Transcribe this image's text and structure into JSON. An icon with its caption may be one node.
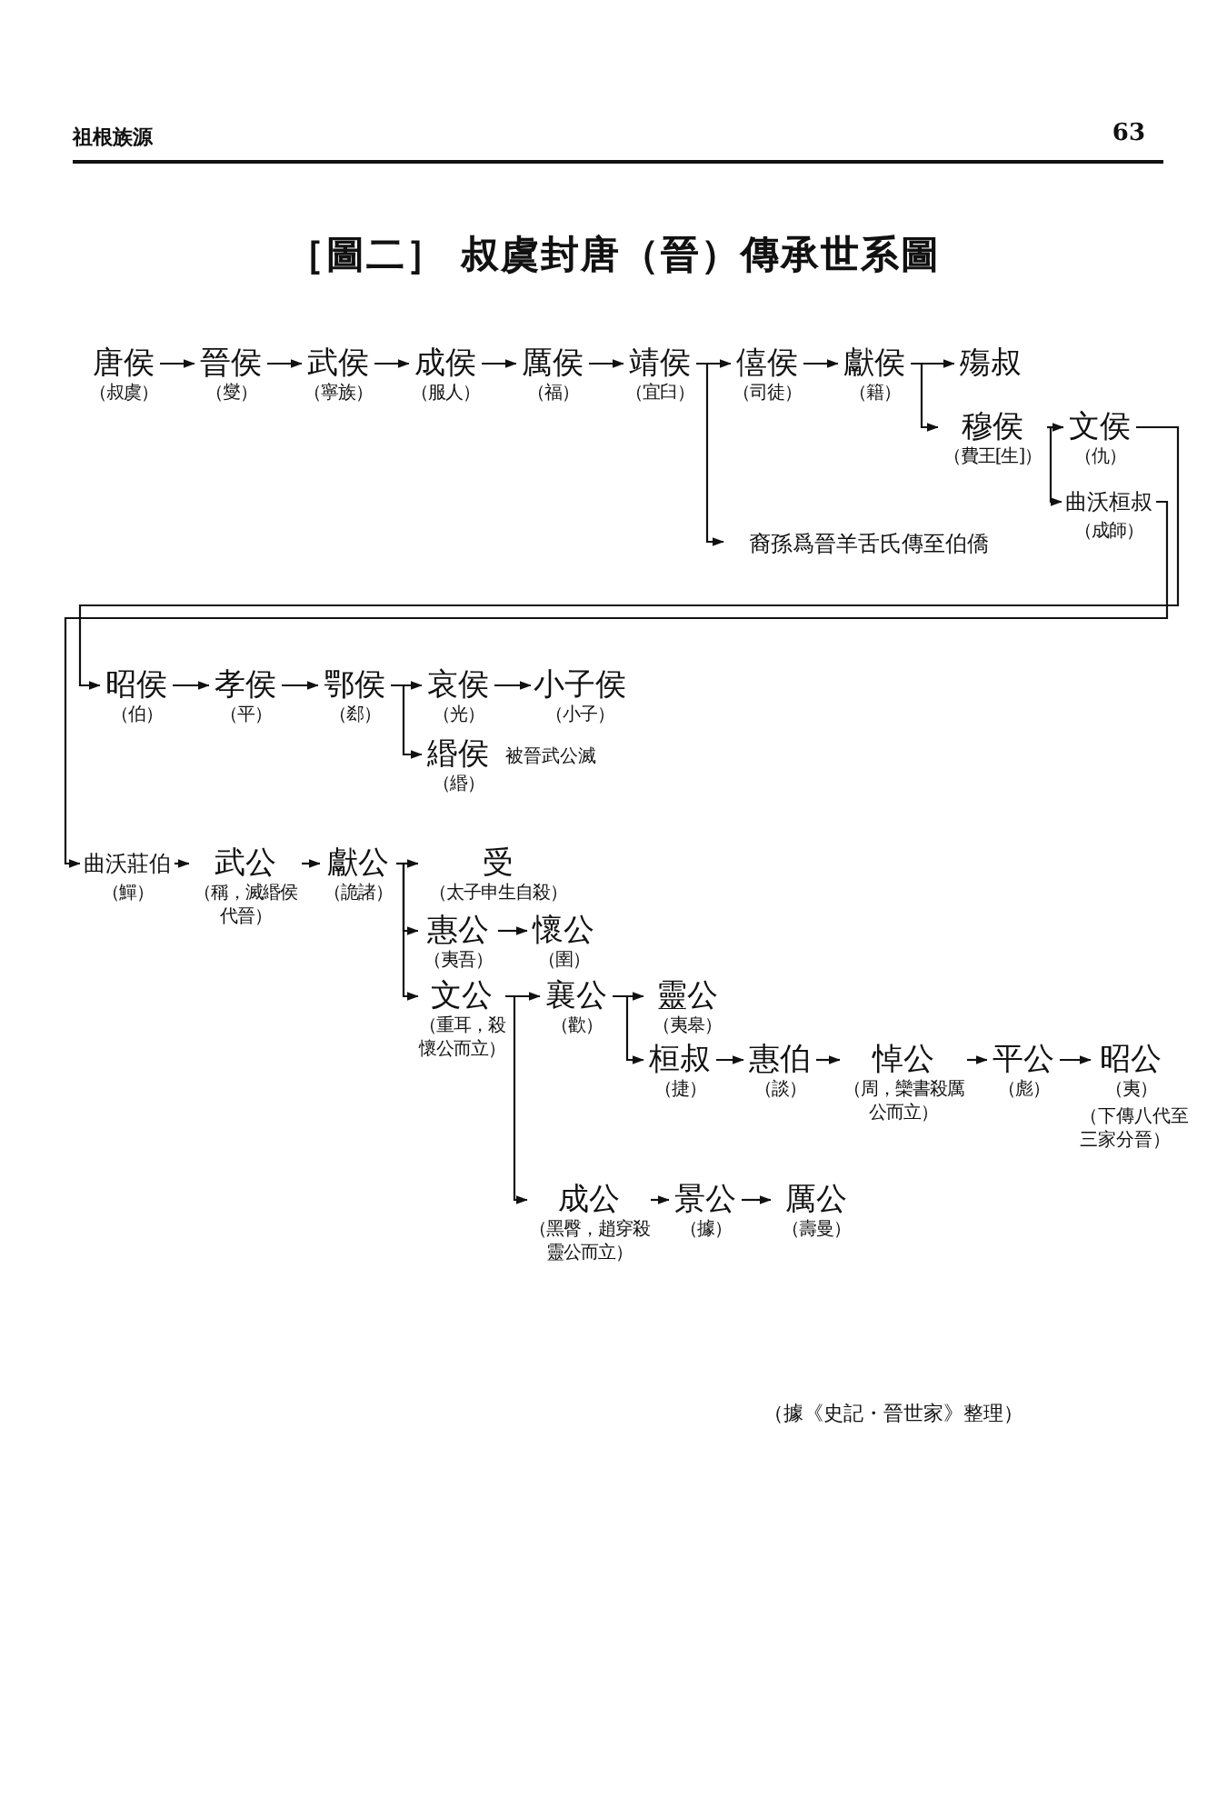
{
  "diagram": {
    "title": "［圖二］ 叔虞封唐（晉）傳承世系圖",
    "caption": "（據《史記・晉世家》整理）",
    "labels": [
      "祖根族源",
      "63"
    ],
    "nodes": [
      {
        "text": [
          "唐侯",
          "（叔虞）"
        ]
      },
      {
        "text": [
          "晉侯",
          "（燮）"
        ]
      },
      {
        "text": [
          "武侯",
          "（寧族）"
        ]
      },
      {
        "text": [
          "成侯",
          "（服人）"
        ]
      },
      {
        "text": [
          "厲侯",
          "（福）"
        ]
      },
      {
        "text": [
          "靖侯",
          "（宜臼）"
        ]
      },
      {
        "text": [
          "僖侯",
          "（司徒）"
        ]
      },
      {
        "text": [
          "獻侯",
          "（籍）"
        ]
      },
      {
        "text": [
          "殤叔"
        ]
      },
      {
        "text": [
          "穆侯",
          "（費王[生]）"
        ]
      },
      {
        "text": [
          "文侯",
          "（仇）"
        ]
      },
      {
        "text": [
          "曲沃桓叔",
          "（成師）"
        ]
      },
      {
        "text": [
          "裔孫爲晉羊舌氏傳至伯僑"
        ]
      },
      {
        "text": [
          "昭侯",
          "（伯）"
        ]
      },
      {
        "text": [
          "孝侯",
          "（平）"
        ]
      },
      {
        "text": [
          "鄂侯",
          "（郄）"
        ]
      },
      {
        "text": [
          "哀侯",
          "（光）"
        ]
      },
      {
        "text": [
          "小子侯",
          "（小子）"
        ]
      },
      {
        "text": [
          "緡侯",
          "（緡）"
        ],
        "beside": [
          "被晉武公滅"
        ]
      },
      {
        "text": [
          "曲沃莊伯",
          "（鱓）"
        ]
      },
      {
        "text": [
          "武公",
          "（稱，滅緡侯代晉）"
        ]
      },
      {
        "text": [
          "獻公",
          "（詭諸）"
        ]
      },
      {
        "text": [
          "受",
          "（太子申生自殺）"
        ]
      },
      {
        "text": [
          "惠公",
          "（夷吾）"
        ]
      },
      {
        "text": [
          "懷公",
          "（圉）"
        ]
      },
      {
        "text": [
          "文公",
          "（重耳，殺懷公而立）"
        ]
      },
      {
        "text": [
          "襄公",
          "（歡）"
        ]
      },
      {
        "text": [
          "靈公",
          "（夷皋）"
        ]
      },
      {
        "text": [
          "桓叔",
          "（捷）"
        ]
      },
      {
        "text": [
          "惠伯",
          "（談）"
        ]
      },
      {
        "text": [
          "悼公",
          "（周，欒書殺厲公而立）"
        ]
      },
      {
        "text": [
          "平公",
          "（彪）"
        ]
      },
      {
        "text": [
          "昭公",
          "（夷）"
        ],
        "beside": [
          "（下傳八代至三家分晉）"
        ]
      },
      {
        "text": [
          "成公",
          "（黑臀，趙穿殺靈公而立）"
        ]
      },
      {
        "text": [
          "景公",
          "（據）"
        ]
      },
      {
        "text": [
          "厲公",
          "（壽曼）"
        ]
      }
    ],
    "edges": [
      {
        "from": 0,
        "to": 1,
        "arrow": "to"
      },
      {
        "from": 1,
        "to": 2,
        "arrow": "to"
      },
      {
        "from": 2,
        "to": 3,
        "arrow": "to"
      },
      {
        "from": 3,
        "to": 4,
        "arrow": "to"
      },
      {
        "from": 4,
        "to": 5,
        "arrow": "to"
      },
      {
        "from": 5,
        "to": 6,
        "arrow": "to"
      },
      {
        "from": 5,
        "to": 12,
        "arrow": "to"
      },
      {
        "from": 6,
        "to": 7,
        "arrow": "to"
      },
      {
        "from": 7,
        "to": 8,
        "arrow": "to"
      },
      {
        "from": 7,
        "to": 9,
        "arrow": "to"
      },
      {
        "from": 9,
        "to": 10,
        "arrow": "to"
      },
      {
        "from": 9,
        "to": 11,
        "arrow": "to"
      },
      {
        "from": 10,
        "to": 13,
        "arrow": "to"
      },
      {
        "from": 11,
        "to": 19,
        "arrow": "to"
      },
      {
        "from": 13,
        "to": 14,
        "arrow": "to"
      },
      {
        "from": 14,
        "to": 15,
        "arrow": "to"
      },
      {
        "from": 15,
        "to": 16,
        "arrow": "to"
      },
      {
        "from": 15,
        "to": 18,
        "arrow": "to"
      },
      {
        "from": 16,
        "to": 17,
        "arrow": "to"
      },
      {
        "from": 19,
        "to": 20,
        "arrow": "to"
      },
      {
        "from": 20,
        "to": 21,
        "arrow": "to"
      },
      {
        "from": 21,
        "to": 22,
        "arrow": "to"
      },
      {
        "from": 21,
        "to": 23,
        "arrow": "to"
      },
      {
        "from": 21,
        "to": 25,
        "arrow": "to"
      },
      {
        "from": 23,
        "to": 24,
        "arrow": "to"
      },
      {
        "from": 25,
        "to": 26,
        "arrow": "to"
      },
      {
        "from": 25,
        "to": 33,
        "arrow": "to"
      },
      {
        "from": 26,
        "to": 27,
        "arrow": "to"
      },
      {
        "from": 26,
        "to": 28,
        "arrow": "to"
      },
      {
        "from": 28,
        "to": 29,
        "arrow": "to"
      },
      {
        "from": 29,
        "to": 30,
        "arrow": "to"
      },
      {
        "from": 30,
        "to": 31,
        "arrow": "to"
      },
      {
        "from": 31,
        "to": 32,
        "arrow": "to"
      },
      {
        "from": 33,
        "to": 34,
        "arrow": "to"
      },
      {
        "from": 34,
        "to": 35,
        "arrow": "to"
      }
    ]
  }
}
